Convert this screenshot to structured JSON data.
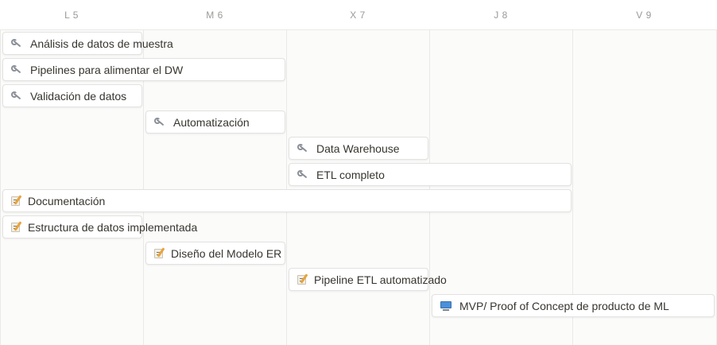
{
  "header": {
    "days": [
      "L 5",
      "M 6",
      "X 7",
      "J 8",
      "V 9"
    ]
  },
  "colors": {
    "grid_background": "#fbfbfa",
    "grid_line": "#e9e9e7",
    "card_border": "#e3e2e0",
    "text": "#37352f",
    "day_text": "#9b9a97"
  },
  "tasks": [
    {
      "label": "Análisis de datos de muestra",
      "icon": "wrench-icon",
      "start_day": "L 5",
      "end_day": "L 5"
    },
    {
      "label": "Pipelines para alimentar el DW",
      "icon": "wrench-icon",
      "start_day": "L 5",
      "end_day": "M 6"
    },
    {
      "label": "Validación de datos",
      "icon": "wrench-icon",
      "start_day": "L 5",
      "end_day": "L 5"
    },
    {
      "label": "Automatización",
      "icon": "wrench-icon",
      "start_day": "M 6",
      "end_day": "M 6"
    },
    {
      "label": "Data Warehouse",
      "icon": "wrench-icon",
      "start_day": "X 7",
      "end_day": "X 7"
    },
    {
      "label": "ETL completo",
      "icon": "wrench-icon",
      "start_day": "X 7",
      "end_day": "J 8"
    },
    {
      "label": "Documentación",
      "icon": "memo-icon",
      "start_day": "L 5",
      "end_day": "J 8"
    },
    {
      "label": "Estructura de datos implementada",
      "icon": "memo-icon",
      "start_day": "L 5",
      "end_day": "L 5"
    },
    {
      "label": "Diseño del Modelo ER",
      "icon": "memo-icon",
      "start_day": "M 6",
      "end_day": "M 6"
    },
    {
      "label": "Pipeline ETL automatizado",
      "icon": "memo-icon",
      "start_day": "X 7",
      "end_day": "X 7"
    },
    {
      "label": "MVP/ Proof of Concept de producto de ML",
      "icon": "computer-icon",
      "start_day": "J 8",
      "end_day": "V 9"
    }
  ]
}
